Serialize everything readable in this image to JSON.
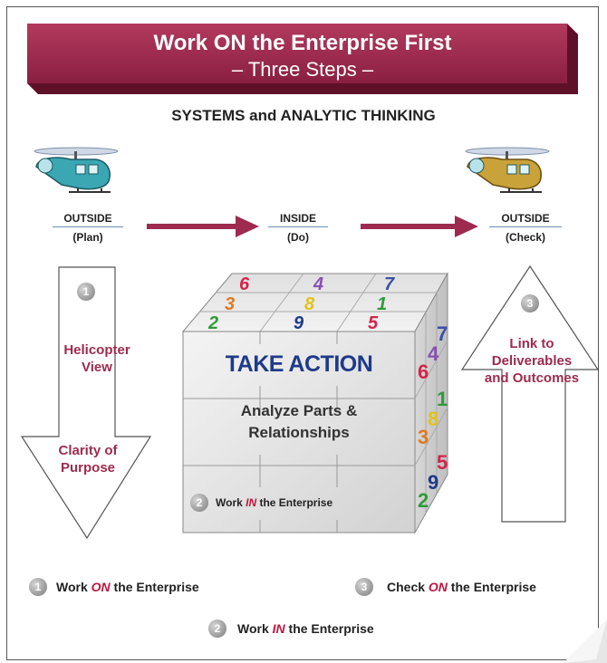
{
  "banner": {
    "title": "Work ON the Enterprise First",
    "subtitle": "– Three Steps –"
  },
  "section_title": "SYSTEMS and ANALYTIC THINKING",
  "steps": [
    {
      "top": "OUTSIDE",
      "bottom": "(Plan)"
    },
    {
      "top": "INSIDE",
      "bottom": "(Do)"
    },
    {
      "top": "OUTSIDE",
      "bottom": "(Check)"
    }
  ],
  "left_arrow": {
    "number": "1",
    "text_top": "Helicopter View",
    "text_bottom": "Clarity of Purpose"
  },
  "right_arrow": {
    "number": "3",
    "text": "Link to Deliverables and Outcomes"
  },
  "cube": {
    "action": "TAKE ACTION",
    "analyze": "Analyze Parts & Relationships",
    "badge": "2",
    "work_pre": "Work ",
    "work_em": "IN",
    "work_post": " the Enterprise",
    "top_digits": [
      "6",
      "4",
      "7",
      "3",
      "8",
      "1",
      "2",
      "9",
      "5"
    ],
    "side_digits": [
      "6",
      "4",
      "7",
      "3",
      "8",
      "1",
      "2",
      "9",
      "5"
    ]
  },
  "legend": [
    {
      "number": "1",
      "pre": "Work ",
      "em": "ON",
      "post": " the Enterprise"
    },
    {
      "number": "3",
      "pre": "Check ",
      "em": "ON",
      "post": " the Enterprise"
    },
    {
      "number": "2",
      "pre": "Work ",
      "em": "IN",
      "post": " the Enterprise"
    }
  ],
  "colors": {
    "maroon": "#9e2a4f",
    "accent_red": "#c0143c",
    "cube_title_blue": "#1e3a8a"
  }
}
